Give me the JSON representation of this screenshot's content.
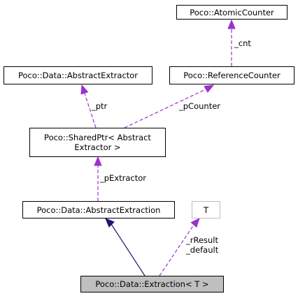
{
  "colors": {
    "inheritance_edge": "#191970",
    "usage_edge": "#9a32cd",
    "focus_fill": "#bfbfbf",
    "template_param_border": "#bfbfbf"
  },
  "nodes": {
    "atomic_counter": "Poco::AtomicCounter",
    "abstract_extractor": "Poco::Data::AbstractExtractor",
    "reference_counter": "Poco::ReferenceCounter",
    "shared_ptr_line1": "Poco::SharedPtr< Abstract",
    "shared_ptr_line2": "Extractor >",
    "abstract_extraction": "Poco::Data::AbstractExtraction",
    "template_t": "T",
    "extraction": "Poco::Data::Extraction< T >"
  },
  "edge_labels": {
    "cnt": "_cnt",
    "ptr": "_ptr",
    "p_counter": "_pCounter",
    "p_extractor": "_pExtractor",
    "r_result": "_rResult",
    "default": "_default"
  }
}
